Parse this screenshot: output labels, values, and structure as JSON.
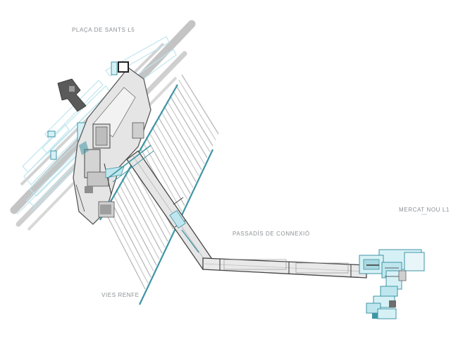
{
  "labels": {
    "placa_sants": "PLAÇA DE SANTS L5",
    "passadis": "PASSADÍS DE CONNEXIÓ",
    "mercat_nou": "MERCAT NOU L1",
    "vies_renfe": "VIES RENFE"
  },
  "colors": {
    "teal": "#3f95a4",
    "light_cyan": "#bfe6ee",
    "pale_cyan": "#d6f1f6",
    "gray": "#c9c9c9",
    "mid_gray": "#a8a8a8",
    "dark": "#4a4a4a",
    "label": "#8a8f93"
  }
}
